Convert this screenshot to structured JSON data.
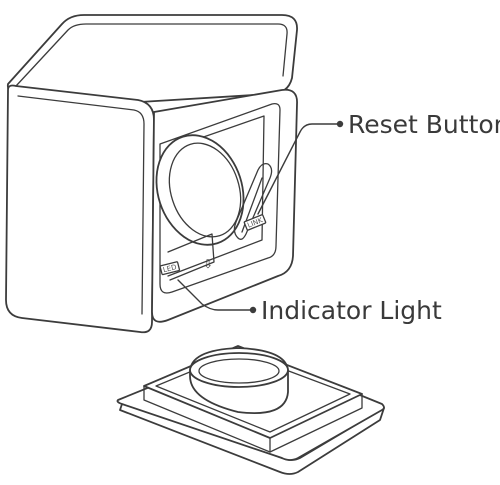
{
  "callouts": {
    "reset_button": "Reset Button",
    "indicator_light": "Indicator Light"
  },
  "device_labels": {
    "led": "LED",
    "link": "LINK",
    "arrow": "⇩"
  },
  "colors": {
    "line": "#3c3c3c",
    "text": "#3a3a3a",
    "background": "#ffffff"
  },
  "icons": {
    "arrow": "down-arrow-icon"
  }
}
